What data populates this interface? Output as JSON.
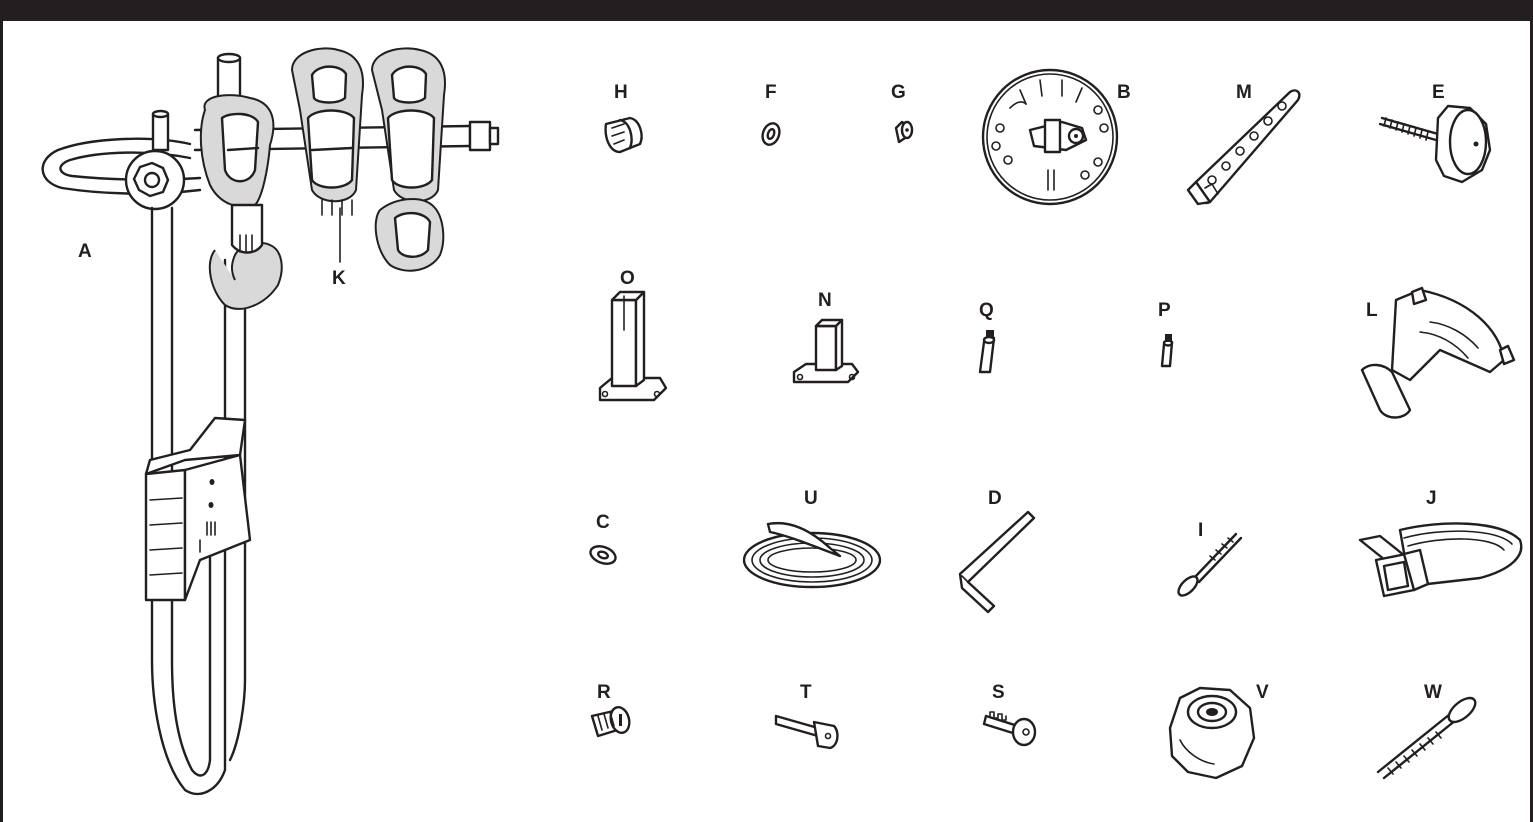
{
  "diagram": {
    "parts": [
      {
        "id": "A",
        "label": "A",
        "icon": "bike-rack-frame-icon"
      },
      {
        "id": "K",
        "label": "K",
        "icon": "bike-cradle-icon"
      },
      {
        "id": "H",
        "label": "H",
        "icon": "end-cap-icon"
      },
      {
        "id": "F",
        "label": "F",
        "icon": "washer-icon"
      },
      {
        "id": "G",
        "label": "G",
        "icon": "screw-icon"
      },
      {
        "id": "B",
        "label": "B",
        "icon": "hub-plate-icon"
      },
      {
        "id": "M",
        "label": "M",
        "icon": "ratchet-strap-icon"
      },
      {
        "id": "E",
        "label": "E",
        "icon": "knob-bolt-icon"
      },
      {
        "id": "O",
        "label": "O",
        "icon": "tall-mount-post-icon"
      },
      {
        "id": "N",
        "label": "N",
        "icon": "short-mount-post-icon"
      },
      {
        "id": "Q",
        "label": "Q",
        "icon": "long-spacer-icon"
      },
      {
        "id": "P",
        "label": "P",
        "icon": "short-spacer-icon"
      },
      {
        "id": "L",
        "label": "L",
        "icon": "cradle-clamp-icon"
      },
      {
        "id": "C",
        "label": "C",
        "icon": "washer-icon"
      },
      {
        "id": "U",
        "label": "U",
        "icon": "coiled-strap-icon"
      },
      {
        "id": "D",
        "label": "D",
        "icon": "hex-key-icon"
      },
      {
        "id": "I",
        "label": "I",
        "icon": "carriage-bolt-icon"
      },
      {
        "id": "J",
        "label": "J",
        "icon": "cam-buckle-strap-icon"
      },
      {
        "id": "R",
        "label": "R",
        "icon": "lock-core-icon"
      },
      {
        "id": "T",
        "label": "T",
        "icon": "control-key-icon"
      },
      {
        "id": "S",
        "label": "S",
        "icon": "key-icon"
      },
      {
        "id": "V",
        "label": "V",
        "icon": "knob-icon"
      },
      {
        "id": "W",
        "label": "W",
        "icon": "carriage-bolt-icon"
      }
    ]
  }
}
